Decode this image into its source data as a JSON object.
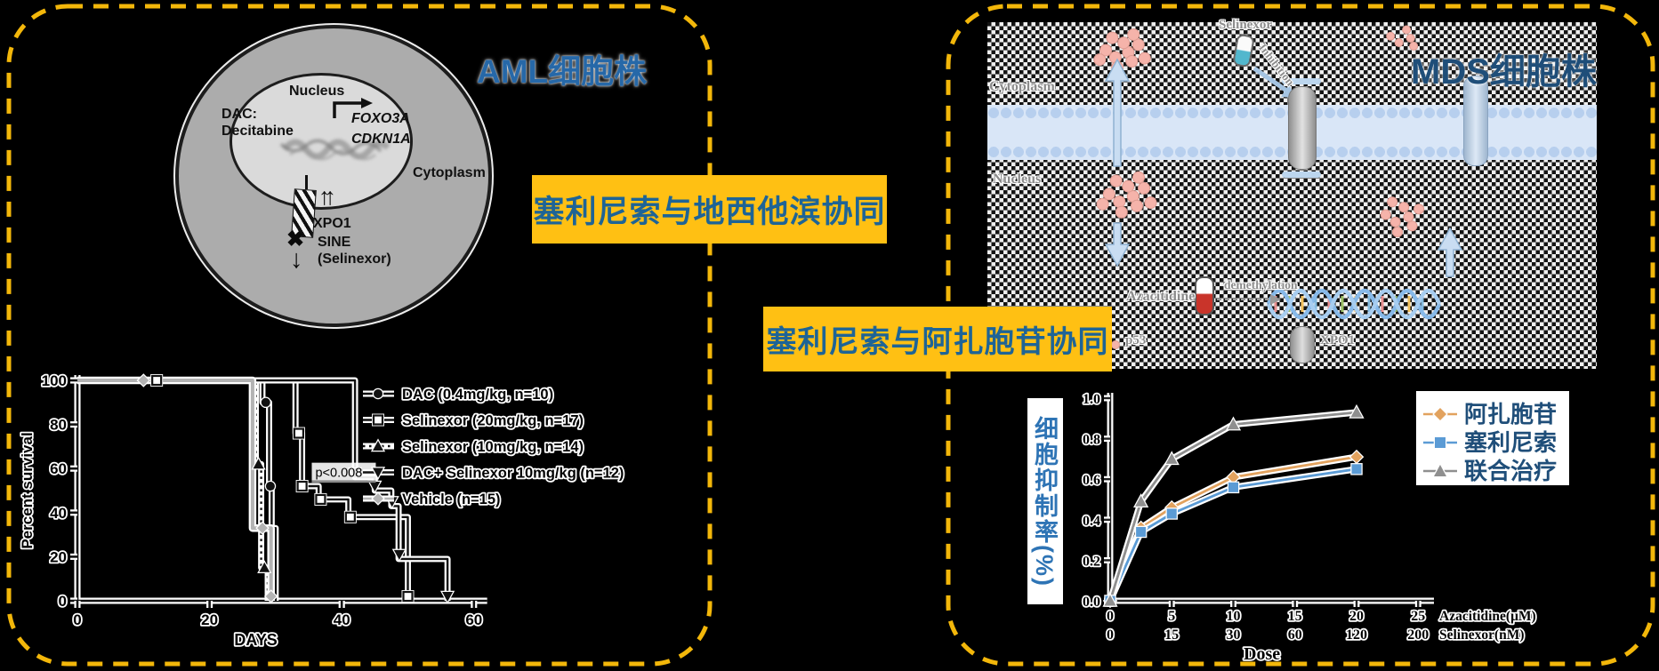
{
  "page": {
    "background": "#000000",
    "border_color": "#F3B70A"
  },
  "panels": {
    "aml": {
      "title": "AML细胞株",
      "title_color": "#2668A8",
      "cell_diagram": {
        "nucleus_label": "Nucleus",
        "dac_label_line1": "DAC:",
        "dac_label_line2": "Decitabine",
        "gene_line1": "FOXO3A",
        "gene_line2": "CDKN1A",
        "cytoplasm_label": "Cytoplasm",
        "up_arrows": "↑↑",
        "xpo1_label": "XPO1",
        "block_icon": "✖",
        "sine_label_line1": "SINE",
        "sine_label_line2": "(Selinexor)",
        "down_arrow": "↓"
      }
    },
    "mds": {
      "title": "MDS细胞株",
      "title_color": "#1F4E79",
      "diagram_labels": {
        "cytoplasm": "Cytoplasm",
        "nucleus": "Nucleus",
        "selinexor": "Selinexor",
        "inhibition": "Inhibition",
        "azacitidine": "Azacitidine",
        "demethylation": "demethylation",
        "p53": "p53",
        "xpo1": "XPO1"
      }
    }
  },
  "banners": {
    "decitabine": {
      "text": "塞利尼索与地西他滨协同",
      "bg": "#FFC013",
      "color": "#1E6496"
    },
    "azacitidine": {
      "text": "塞利尼索与阿扎胞苷协同",
      "bg": "#FFC013",
      "color": "#1E6496"
    }
  },
  "chart_data": [
    {
      "type": "line",
      "name": "kaplan-meier-survival",
      "xlabel": "DAYS",
      "ylabel": "Percent survival",
      "xlim": [
        0,
        62
      ],
      "ylim": [
        0,
        100
      ],
      "xticks": [
        0,
        20,
        40,
        60
      ],
      "yticks": [
        0,
        20,
        40,
        60,
        80,
        100
      ],
      "grid": false,
      "legend_position": "right",
      "annotation": {
        "text": "p<0.008",
        "day": 36,
        "percent": 57
      },
      "series": [
        {
          "name": "DAC (0.4mg/kg, n=10)",
          "color": "#111111",
          "marker": "circle",
          "line": "solid",
          "points": [
            [
              0,
              100
            ],
            [
              28,
              100
            ],
            [
              28,
              90
            ],
            [
              29,
              90
            ],
            [
              29,
              52
            ],
            [
              29.4,
              52
            ],
            [
              29.4,
              33
            ],
            [
              30,
              33
            ],
            [
              30,
              0
            ]
          ],
          "marker_at": [
            [
              28.5,
              90
            ],
            [
              29.2,
              52
            ]
          ]
        },
        {
          "name": "Selinexor (20mg/kg, n=17)",
          "color": "#111111",
          "marker": "square-open",
          "line": "solid",
          "points": [
            [
              0,
              100
            ],
            [
              33,
              100
            ],
            [
              33,
              76
            ],
            [
              34,
              76
            ],
            [
              34,
              52
            ],
            [
              36.5,
              52
            ],
            [
              36.5,
              46
            ],
            [
              41,
              46
            ],
            [
              41,
              38
            ],
            [
              50,
              38
            ],
            [
              50,
              0
            ]
          ],
          "marker_at": [
            [
              12,
              100
            ],
            [
              33.5,
              76
            ],
            [
              34,
              52
            ],
            [
              36.8,
              46
            ],
            [
              41.3,
              38
            ],
            [
              50,
              2
            ]
          ]
        },
        {
          "name": "Selinexor (10mg/kg, n=14)",
          "color": "#111111",
          "marker": "triangle",
          "line": "dotted",
          "points": [
            [
              0,
              100
            ],
            [
              27,
              100
            ],
            [
              27,
              62
            ],
            [
              27.8,
              62
            ],
            [
              27.8,
              15
            ],
            [
              28.8,
              15
            ],
            [
              28.8,
              0
            ]
          ],
          "marker_at": [
            [
              27.4,
              62
            ],
            [
              28.3,
              15
            ]
          ]
        },
        {
          "name": "DAC+ Selinexor 10mg/kg (n=12)",
          "color": "#111111",
          "marker": "arrow-down",
          "line": "solid",
          "points": [
            [
              0,
              100
            ],
            [
              42,
              100
            ],
            [
              42,
              56
            ],
            [
              45,
              56
            ],
            [
              45,
              50
            ],
            [
              47.5,
              50
            ],
            [
              47.5,
              43
            ],
            [
              48.6,
              43
            ],
            [
              48.6,
              19
            ],
            [
              56,
              19
            ],
            [
              56,
              0
            ]
          ],
          "marker_at": [
            [
              42,
              58
            ],
            [
              45,
              52
            ],
            [
              47.6,
              45
            ],
            [
              48.7,
              21
            ],
            [
              56,
              2
            ]
          ]
        },
        {
          "name": "Vehicle (n=15)",
          "color": "#B3B3B3",
          "marker": "diamond",
          "line": "solid",
          "width": 4,
          "points": [
            [
              0,
              100
            ],
            [
              26.5,
              100
            ],
            [
              26.5,
              33
            ],
            [
              29.3,
              33
            ],
            [
              29.3,
              0
            ]
          ],
          "marker_at": [
            [
              10,
              100
            ],
            [
              28,
              33
            ],
            [
              29.3,
              2
            ]
          ]
        }
      ]
    },
    {
      "type": "line",
      "name": "dose-inhibition",
      "ylabel": "细胞抑制率(%)",
      "xlabel": "Dose",
      "ylim": [
        0,
        1.0
      ],
      "yticks": [
        "0.0",
        "0.2",
        "0.4",
        "0.6",
        "0.8",
        "1.0"
      ],
      "x_axis_rows": [
        {
          "unit_label": "Azacitidine(μM)",
          "ticks": [
            "0",
            "5",
            "10",
            "15",
            "20",
            "25"
          ],
          "values": [
            0,
            5,
            10,
            15,
            20,
            25
          ]
        },
        {
          "unit_label": "Selinexor(nM)",
          "ticks": [
            "0",
            "15",
            "30",
            "60",
            "120",
            "200"
          ]
        }
      ],
      "legend_text_color": "#1F4E79",
      "series": [
        {
          "name": "阿扎胞苷",
          "color": "#E2A25E",
          "marker": "diamond",
          "x": [
            0,
            2.5,
            5,
            10,
            20
          ],
          "y": [
            0,
            0.36,
            0.46,
            0.61,
            0.71
          ]
        },
        {
          "name": "塞利尼索",
          "color": "#5B9BD5",
          "marker": "square",
          "x": [
            0,
            2.5,
            5,
            10,
            20
          ],
          "y": [
            0,
            0.34,
            0.43,
            0.56,
            0.65
          ]
        },
        {
          "name": "联合治疗",
          "color": "#8F8F8F",
          "marker": "triangle",
          "x": [
            0,
            2.5,
            5,
            10,
            20
          ],
          "y": [
            0,
            0.49,
            0.7,
            0.87,
            0.93
          ]
        }
      ]
    }
  ]
}
